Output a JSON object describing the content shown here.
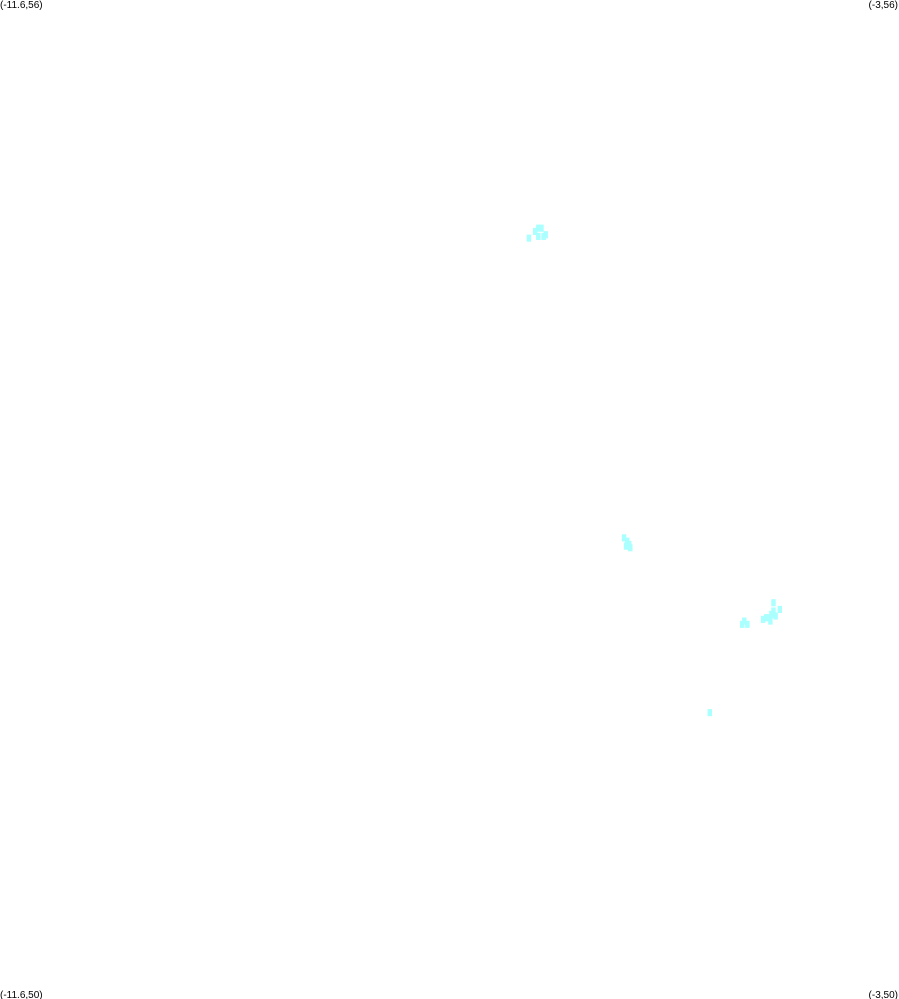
{
  "map": {
    "corners": {
      "top_left": "(-11.6,56)",
      "top_right": "(-3,56)",
      "bottom_left": "(-11.6,50)",
      "bottom_right": "(-3,50)"
    },
    "extent": {
      "lon_min": -11.6,
      "lon_max": -3,
      "lat_min": 50,
      "lat_max": 56
    },
    "cell_color": "#aaffff",
    "cell_size_deg": 0.05,
    "cells": [
      {
        "lon": -6.45,
        "lat": 54.63
      },
      {
        "lon": -6.42,
        "lat": 54.63
      },
      {
        "lon": -6.48,
        "lat": 54.61
      },
      {
        "lon": -6.4,
        "lat": 54.58
      },
      {
        "lon": -6.45,
        "lat": 54.58
      },
      {
        "lon": -6.54,
        "lat": 54.57
      },
      {
        "lon": -6.38,
        "lat": 54.59
      },
      {
        "lon": -5.63,
        "lat": 52.77
      },
      {
        "lon": -5.6,
        "lat": 52.75
      },
      {
        "lon": -5.58,
        "lat": 52.73
      },
      {
        "lon": -5.61,
        "lat": 52.72
      },
      {
        "lon": -5.57,
        "lat": 52.71
      },
      {
        "lon": -4.2,
        "lat": 52.38
      },
      {
        "lon": -4.14,
        "lat": 52.34
      },
      {
        "lon": -4.2,
        "lat": 52.33
      },
      {
        "lon": -4.22,
        "lat": 52.31
      },
      {
        "lon": -4.25,
        "lat": 52.29
      },
      {
        "lon": -4.27,
        "lat": 52.29
      },
      {
        "lon": -4.3,
        "lat": 52.28
      },
      {
        "lon": -4.23,
        "lat": 52.27
      },
      {
        "lon": -4.45,
        "lat": 52.25
      },
      {
        "lon": -4.5,
        "lat": 52.25
      },
      {
        "lon": -4.48,
        "lat": 52.27
      },
      {
        "lon": -4.18,
        "lat": 52.3
      },
      {
        "lon": -4.81,
        "lat": 51.72
      }
    ]
  }
}
